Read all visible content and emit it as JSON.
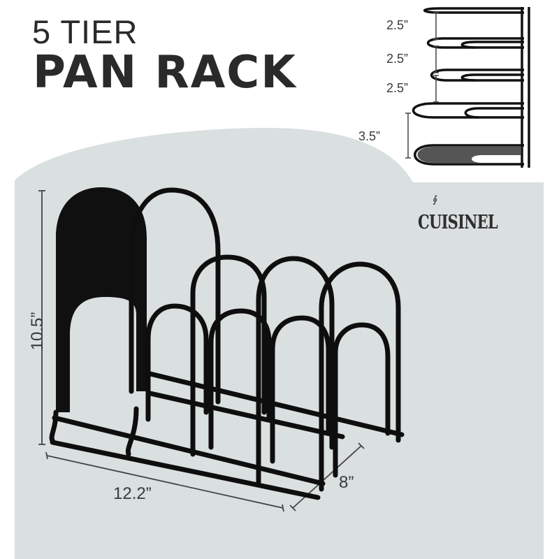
{
  "header": {
    "line1": "5 TIER",
    "line2": "PAN RACK"
  },
  "brand": {
    "name": "CUISINEL",
    "logo_icon": "steam-swirl-icon"
  },
  "tier_diagram": {
    "spacings": [
      "2.5”",
      "2.5”",
      "2.5”",
      "3.5”"
    ]
  },
  "dimensions": {
    "height": "10.5”",
    "width": "12.2”",
    "depth": "8”"
  },
  "colors": {
    "panel_bg": "#dadfe0",
    "page_bg": "#ffffff",
    "text": "#2a2a2a",
    "rack": "#111111"
  }
}
